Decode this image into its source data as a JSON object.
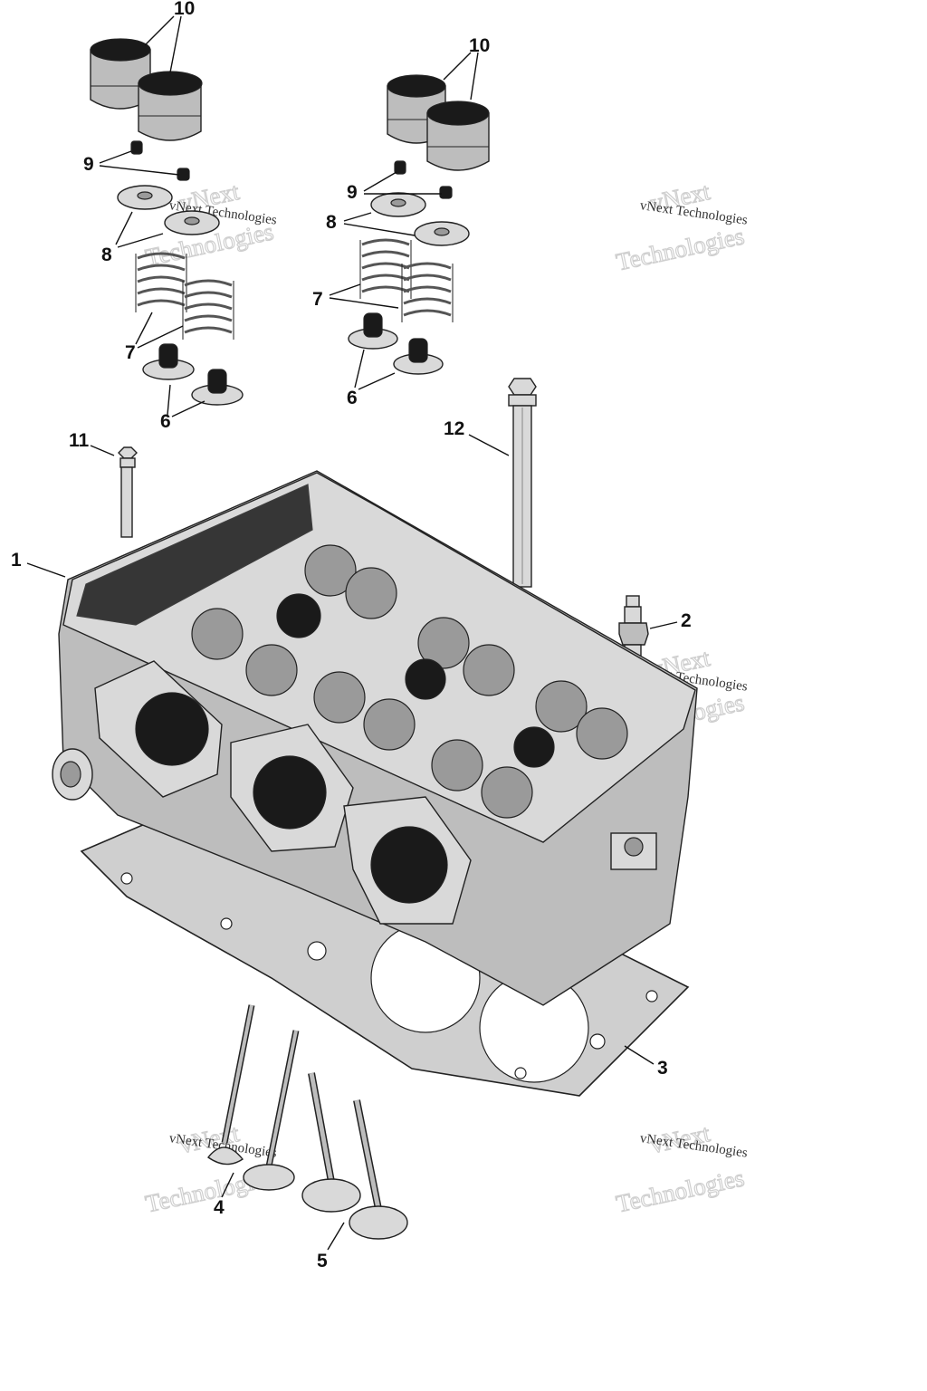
{
  "callouts": {
    "c1": "1",
    "c2": "2",
    "c3": "3",
    "c4": "4",
    "c5": "5",
    "c6": "6",
    "c7": "7",
    "c8": "8",
    "c9": "9",
    "c10": "10",
    "c11": "11",
    "c12": "12"
  },
  "watermark": {
    "line1": "vNext Technologies",
    "big1": "vNext",
    "big2": "Technologies"
  }
}
